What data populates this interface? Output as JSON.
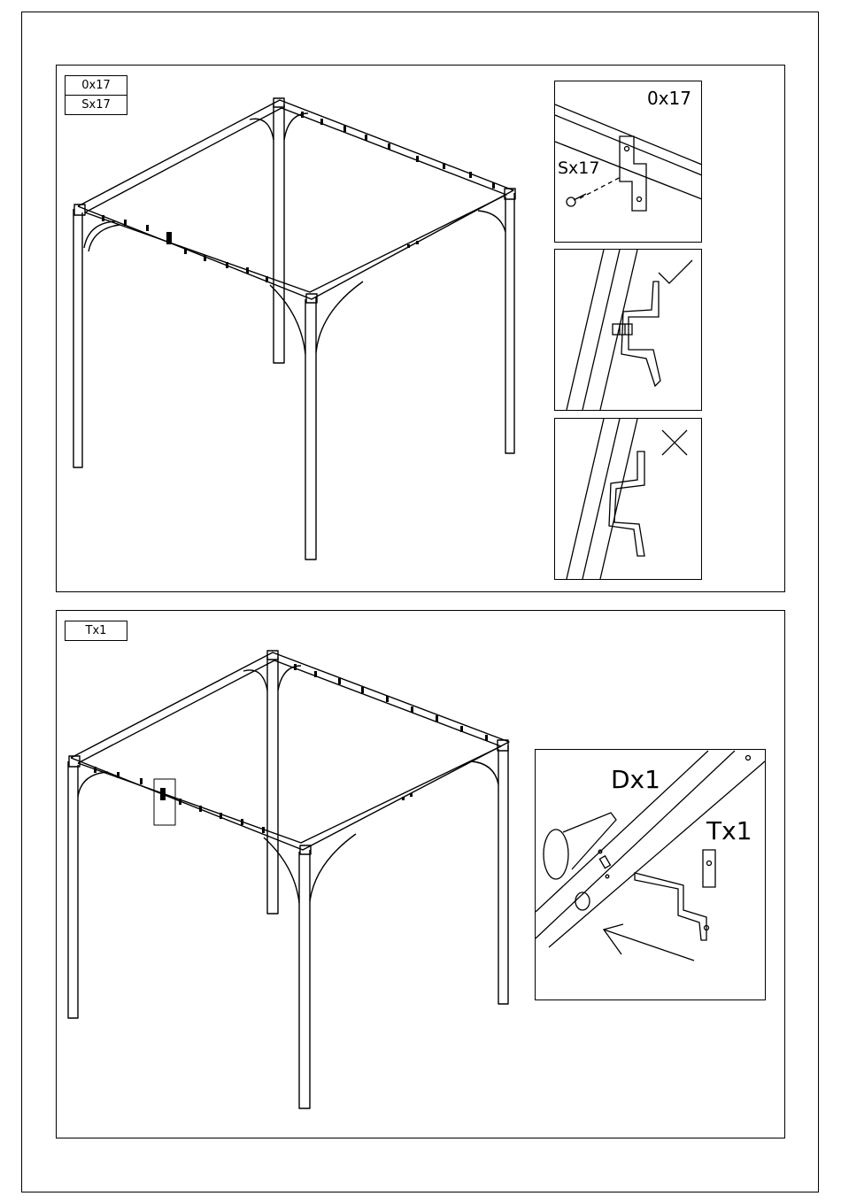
{
  "step1": {
    "parts": [
      "0x17",
      "Sx17"
    ],
    "detail_top": {
      "bracket_label": "0x17",
      "screw_label": "Sx17"
    },
    "detail_correct_symbol": "check-mark",
    "detail_wrong_symbol": "cross-mark"
  },
  "step2": {
    "parts": [
      "Tx1"
    ],
    "detail": {
      "part_d_label": "Dx1",
      "part_t_label": "Tx1"
    }
  }
}
